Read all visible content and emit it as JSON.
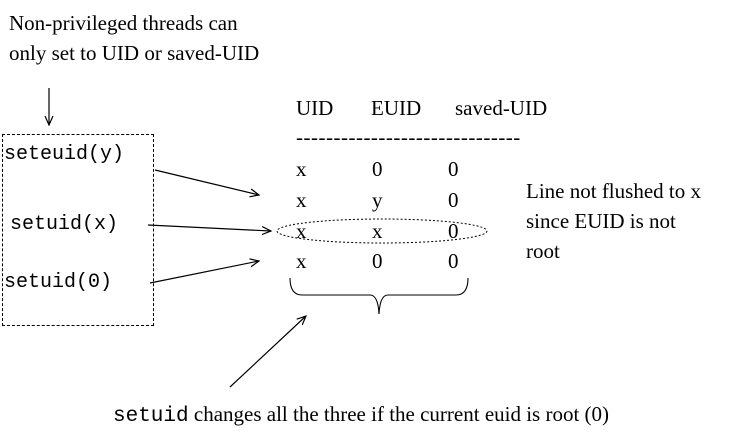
{
  "top_note": {
    "line1": "Non-privileged threads can",
    "line2": "only set to UID or saved-UID"
  },
  "calls": [
    {
      "label": "seteuid(y)"
    },
    {
      "label": "setuid(x)"
    },
    {
      "label": "setuid(0)"
    }
  ],
  "table": {
    "headers": [
      "UID",
      "EUID",
      "saved-UID"
    ],
    "separator": "------------------------------",
    "rows": [
      [
        "x",
        "0",
        "0"
      ],
      [
        "x",
        "y",
        "0"
      ],
      [
        "x",
        "x",
        "0"
      ],
      [
        "x",
        "0",
        "0"
      ]
    ]
  },
  "side_note": {
    "line1": "Line not flushed to x",
    "line2": "since EUID is not",
    "line3": "root"
  },
  "bottom_note": {
    "code": "setuid",
    "text": " changes all the three if the current euid  is root (0)"
  }
}
